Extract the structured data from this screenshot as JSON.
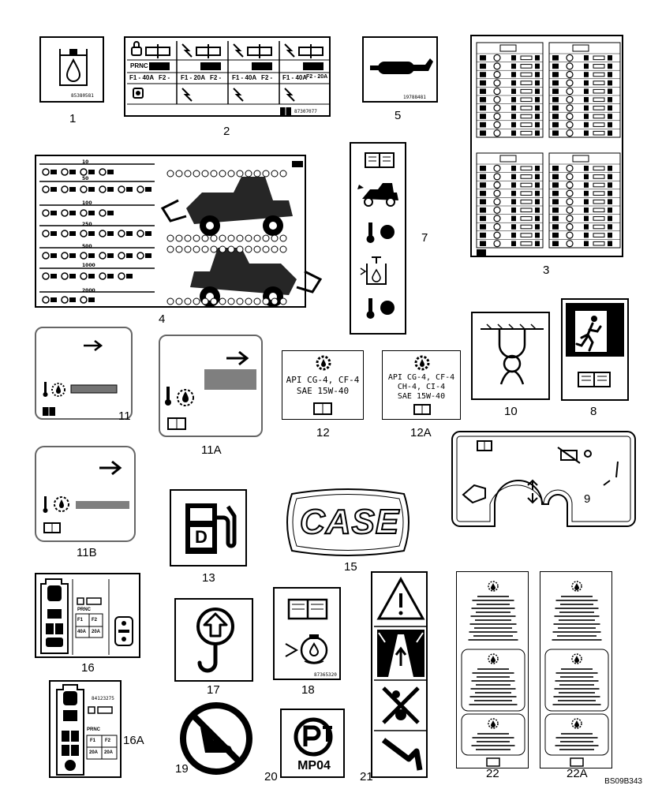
{
  "figure_labels": {
    "d1": "1",
    "d2": "2",
    "d3": "3",
    "d4": "4",
    "d5": "5",
    "d7": "7",
    "d8": "8",
    "d9": "9",
    "d10": "10",
    "d11": "11",
    "d11a": "11A",
    "d11b": "11B",
    "d12": "12",
    "d12a": "12A",
    "d13": "13",
    "d15": "15",
    "d16": "16",
    "d16a": "16A",
    "d17": "17",
    "d18": "18",
    "d19": "19",
    "d20": "20",
    "d21": "21",
    "d22": "22",
    "d22a": "22A"
  },
  "part_codes": {
    "d1": "85380581",
    "d2": "87307077",
    "d5": "19788481",
    "d18": "87365320",
    "d16a": "84123275"
  },
  "decal_2": {
    "fuse_rating_1": "F1 - 40A",
    "fuse_rating_2": "F1 - 20A",
    "fuse_rating_3": "F1 - 40A",
    "fuse_rating_4": "F1 - 40A",
    "f2_label": "F2 -",
    "f2_label_4": "F2 - 20A",
    "prnc_label": "PRNC"
  },
  "decal_4": {
    "intervals": [
      "10",
      "50",
      "100",
      "250",
      "500",
      "1000",
      "2000"
    ]
  },
  "decal_12": {
    "line1": "API CG-4, CF-4",
    "line2": "SAE 15W-40"
  },
  "decal_12a": {
    "line1": "API CG-4, CF-4",
    "line2": "CH-4, CI-4",
    "line3": "SAE 15W-40"
  },
  "decal_13": {
    "letter": "D"
  },
  "decal_15": {
    "brand": "CASE"
  },
  "decal_16": {
    "f1": "F1",
    "f2": "F2",
    "f1_amp": "40A",
    "f2_amp": "20A",
    "prnc": "PRNC"
  },
  "decal_16a": {
    "f1": "F1",
    "f2": "F2",
    "f1_amp": "20A",
    "f2_amp": "20A",
    "prnc": "PRNC"
  },
  "decal_20": {
    "code": "MP04"
  },
  "drawing_ref": "BS09B343"
}
